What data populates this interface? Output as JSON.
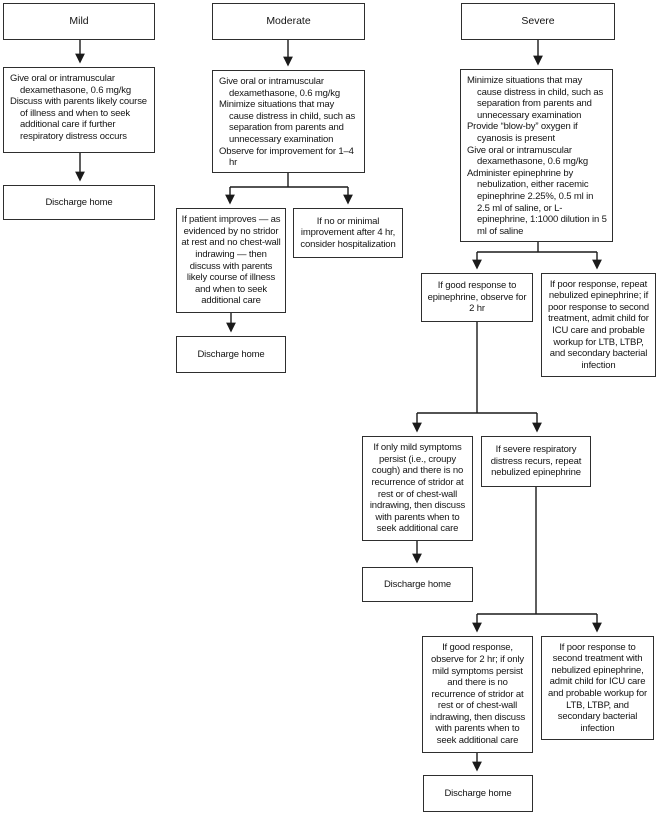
{
  "colors": {
    "background": "#ffffff",
    "box_border": "#2e2e2e",
    "connector_line": "#1a1a1a",
    "text": "#141414"
  },
  "columns": {
    "mild": {
      "header": "Mild",
      "treatment": {
        "items": [
          "Give oral or intramuscular dexamethasone, 0.6 mg/kg",
          "Discuss with parents likely course of illness and when to seek additional care if further respiratory distress occurs"
        ]
      },
      "discharge": "Discharge home"
    },
    "moderate": {
      "header": "Moderate",
      "treatment": {
        "items": [
          "Give oral or intramuscular dexamethasone, 0.6 mg/kg",
          "Minimize situations that may cause distress in child, such as separation from parents and unnecessary examination",
          "Observe for improvement for 1–4 hr"
        ]
      },
      "improved": "If patient improves — as evidenced by no stridor at rest and no chest-wall indrawing — then discuss with parents likely course of illness and when to seek additional care",
      "not_improved": "If no or minimal improvement after 4 hr, consider hospitalization",
      "discharge": "Discharge home"
    },
    "severe": {
      "header": "Severe",
      "treatment": {
        "items": [
          "Minimize situations that may cause distress in child, such as separation from parents and unnecessary examination",
          "Provide “blow-by” oxygen if cyanosis is present",
          "Give oral or intramuscular dexamethasone, 0.6 mg/kg",
          "Administer epinephrine by nebulization, either racemic epinephrine 2.25%, 0.5 ml in 2.5 ml of saline, or L-epinephrine, 1:1000 dilution in 5 ml of saline"
        ]
      },
      "good_response": "If good response to epinephrine, observe for 2 hr",
      "poor_response": "If poor response, repeat nebulized epinephrine; if poor response to second treatment, admit child for ICU care and probable workup for LTB, LTBP, and secondary bacterial infection",
      "mild_symptoms_persist": "If only mild symptoms persist (i.e., croupy cough) and there is no recurrence of stridor at rest or of chest-wall indrawing, then discuss with parents when to seek additional care",
      "severe_distress_recurs": "If severe respiratory distress recurs, repeat nebulized epinephrine",
      "discharge_observe": "Discharge home",
      "good_response_second": "If good response, observe for 2 hr; if only mild symptoms persist and there is no recurrence of stridor at rest or of chest-wall indrawing, then discuss with parents when to seek additional care",
      "poor_response_second": "If poor response to second treatment with nebulized epinephrine, admit child for ICU care and probable workup for LTB, LTBP, and secondary bacterial infection",
      "discharge_final": "Discharge home"
    }
  }
}
